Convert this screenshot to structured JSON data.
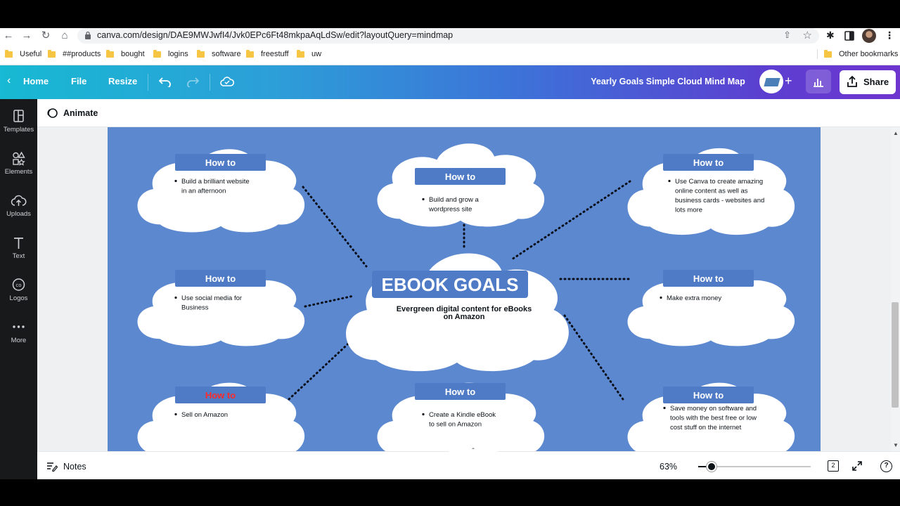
{
  "browser": {
    "url": "canva.com/design/DAE9MWJwfI4/Jvk0EPc6Ft48mkpaAqLdSw/edit?layoutQuery=mindmap",
    "bookmarks": [
      "Useful",
      "##products",
      "bought",
      "logins",
      "software",
      "freestuff",
      "uw"
    ],
    "other_bookmarks": "Other bookmarks"
  },
  "topbar": {
    "home": "Home",
    "file": "File",
    "resize": "Resize",
    "design_title": "Yearly Goals Simple Cloud Mind Map",
    "share": "Share"
  },
  "sidebar": {
    "items": [
      {
        "label": "Templates",
        "icon": "templates-icon"
      },
      {
        "label": "Elements",
        "icon": "elements-icon"
      },
      {
        "label": "Uploads",
        "icon": "uploads-icon"
      },
      {
        "label": "Text",
        "icon": "text-icon"
      },
      {
        "label": "Logos",
        "icon": "logos-icon"
      },
      {
        "label": "More",
        "icon": "more-icon"
      }
    ]
  },
  "toolbar": {
    "animate": "Animate"
  },
  "mindmap": {
    "center": {
      "title": "EBOOK GOALS",
      "subtitle_line1": "Evergreen digital content for eBooks",
      "subtitle_line2": "on Amazon"
    },
    "clouds": [
      {
        "heading": "How to",
        "lines": [
          "Build a brilliant website",
          "in an afternoon"
        ]
      },
      {
        "heading": "How to",
        "lines": [
          "Build and grow a",
          "wordpress site"
        ]
      },
      {
        "heading": "How to",
        "lines": [
          "Use Canva to create amazing",
          "online content as well as",
          "business cards - websites and",
          "lots more"
        ]
      },
      {
        "heading": "How to",
        "lines": [
          "Use social media for",
          "Business"
        ]
      },
      {
        "heading": "How to",
        "lines": [
          "Make extra money"
        ]
      },
      {
        "heading": "How to",
        "lines": [
          "Sell on Amazon"
        ]
      },
      {
        "heading": "How to",
        "lines": [
          "Create a Kindle eBook",
          "to sell on Amazon"
        ]
      },
      {
        "heading": "How to",
        "lines": [
          "Save money on software and",
          "tools with the best free or low",
          "cost stuff on the internet"
        ]
      }
    ],
    "colors": {
      "background": "#5c88cf",
      "heading_box": "#4f7ac6",
      "cloud": "#ffffff",
      "highlight_heading": "#ff2a2a"
    }
  },
  "bottom": {
    "notes": "Notes",
    "zoom": "63%",
    "zoom_fraction": 0.12,
    "pages": "2",
    "help": "?"
  }
}
